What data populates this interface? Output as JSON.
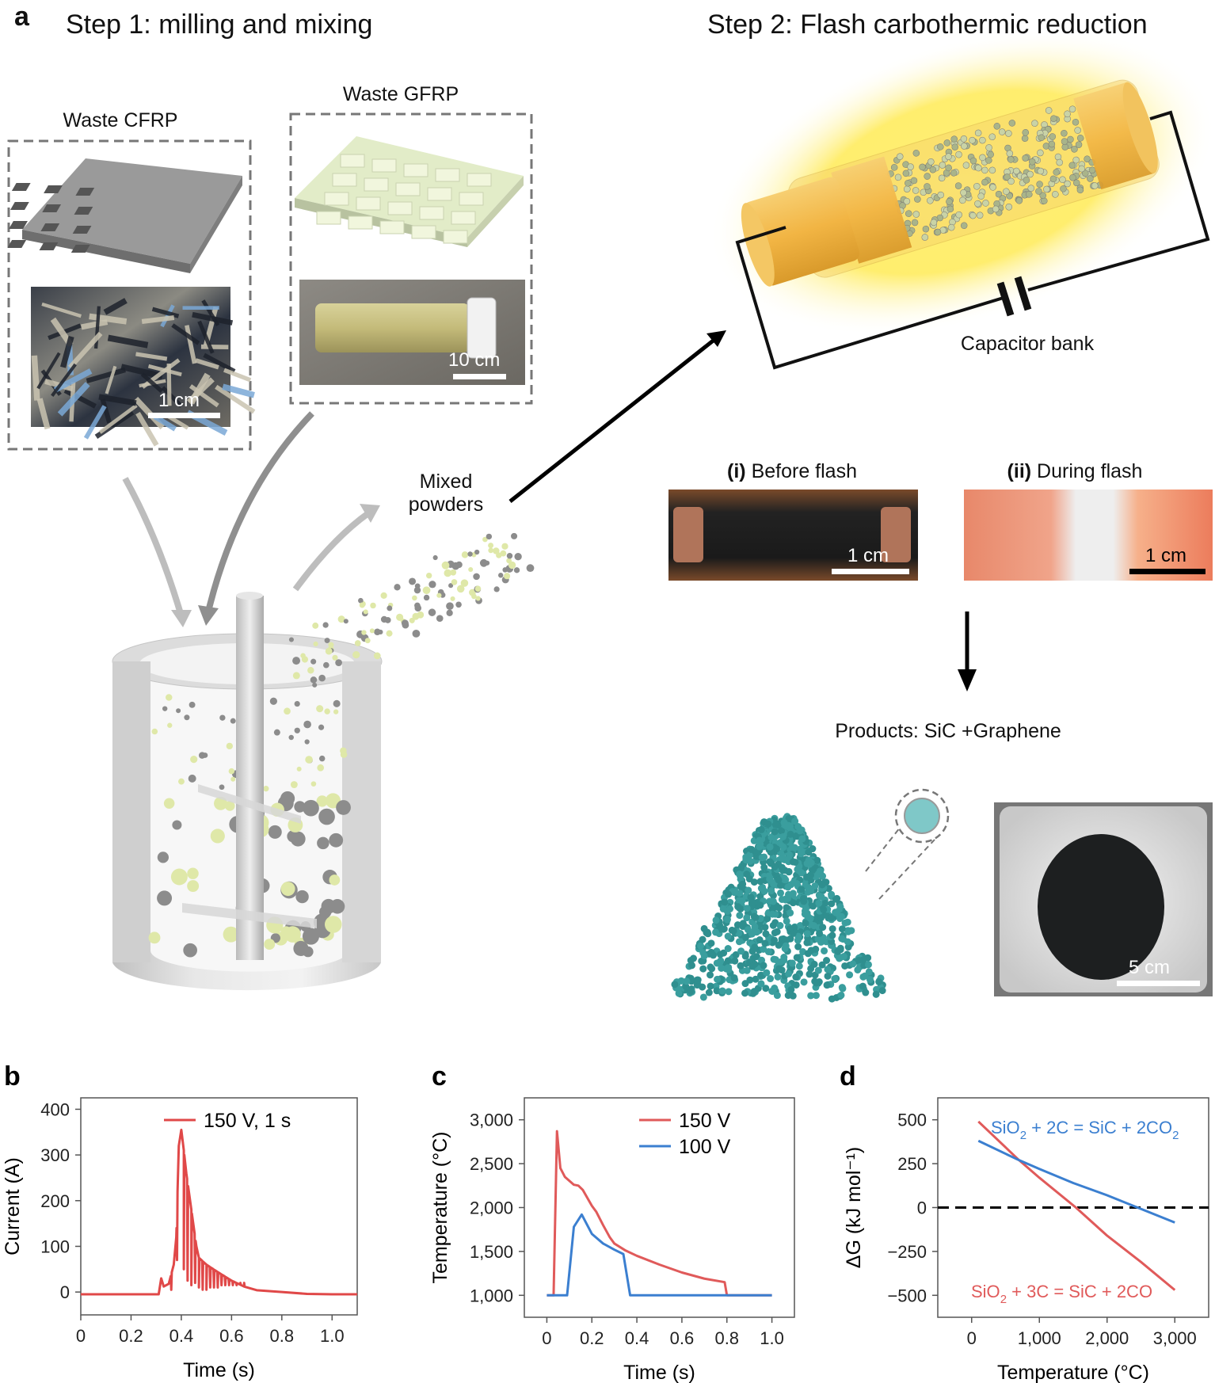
{
  "panel_a": {
    "letter": "a",
    "step1_title": "Step 1: milling and mixing",
    "step2_title": "Step 2: Flash carbothermic reduction",
    "waste_cfrp_label": "Waste CFRP",
    "waste_gfrp_label": "Waste GFRP",
    "cfrp_scale_bar": "1 cm",
    "gfrp_scale_bar": "10 cm",
    "mixed_powders_line1": "Mixed",
    "mixed_powders_line2": "powders",
    "capacitor_label": "Capacitor bank",
    "before_flash_num": "(i)",
    "before_flash_label": " Before flash",
    "during_flash_num": "(ii)",
    "during_flash_label": " During flash",
    "before_flash_scale_bar": "1 cm",
    "during_flash_scale_bar": "1 cm",
    "products_label": "Products: SiC +Graphene",
    "product_scale_bar": "5 cm",
    "colors": {
      "powder_yellow": "#dfe8a8",
      "powder_gray": "#8c8c8c",
      "sic_teal": "#2f8f8f",
      "glow": "#ffe94a"
    }
  },
  "chart_data": [
    {
      "panel": "b",
      "type": "line",
      "xlabel": "Time (s)",
      "ylabel": "Current (A)",
      "xlim": [
        0,
        1.1
      ],
      "ylim": [
        -50,
        425
      ],
      "x_ticks": [
        0,
        0.2,
        0.4,
        0.6,
        0.8,
        1.0
      ],
      "x_tick_labels": [
        "0",
        "0.2",
        "0.4",
        "0.6",
        "0.8",
        "1.0"
      ],
      "y_ticks": [
        0,
        100,
        200,
        300,
        400
      ],
      "y_tick_labels": [
        "0",
        "100",
        "200",
        "300",
        "400"
      ],
      "legend_position": "top-right",
      "series": [
        {
          "name": "150 V, 1 s",
          "color": "#e04848",
          "x": [
            0,
            0.1,
            0.2,
            0.3,
            0.31,
            0.32,
            0.33,
            0.35,
            0.37,
            0.38,
            0.39,
            0.4,
            0.41,
            0.42,
            0.44,
            0.46,
            0.47,
            0.5,
            0.55,
            0.6,
            0.65,
            0.7,
            0.8,
            0.9,
            1.0,
            1.1
          ],
          "y": [
            -5,
            -5,
            -5,
            -5,
            -5,
            30,
            12,
            18,
            60,
            120,
            320,
            355,
            310,
            260,
            180,
            100,
            75,
            60,
            42,
            25,
            12,
            4,
            0,
            -4,
            -5,
            -5
          ],
          "dips": {
            "x": [
              0.36,
              0.383,
              0.41,
              0.425,
              0.44,
              0.455,
              0.47,
              0.485,
              0.5,
              0.515,
              0.53,
              0.545,
              0.56,
              0.575,
              0.59,
              0.605,
              0.62,
              0.635,
              0.65
            ],
            "y": [
              5,
              70,
              50,
              25,
              15,
              20,
              10,
              5,
              5,
              10,
              10,
              10,
              15,
              15,
              15,
              15,
              15,
              20,
              20
            ]
          }
        }
      ]
    },
    {
      "panel": "c",
      "type": "line",
      "xlabel": "Time (s)",
      "ylabel": "Temperature (°C)",
      "xlim": [
        -0.1,
        1.1
      ],
      "ylim": [
        750,
        3250
      ],
      "x_ticks": [
        0,
        0.2,
        0.4,
        0.6,
        0.8,
        1.0
      ],
      "x_tick_labels": [
        "0",
        "0.2",
        "0.4",
        "0.6",
        "0.8",
        "1.0"
      ],
      "y_ticks": [
        1000,
        1500,
        2000,
        2500,
        3000
      ],
      "y_tick_labels": [
        "1,000",
        "1,500",
        "2,000",
        "2,500",
        "3,000"
      ],
      "legend_position": "top-right",
      "series": [
        {
          "name": "150 V",
          "color": "#e05a5a",
          "x": [
            0,
            0.03,
            0.045,
            0.06,
            0.08,
            0.12,
            0.14,
            0.16,
            0.2,
            0.22,
            0.25,
            0.28,
            0.3,
            0.35,
            0.4,
            0.5,
            0.6,
            0.7,
            0.79,
            0.8,
            1.0
          ],
          "y": [
            1000,
            1000,
            2870,
            2450,
            2350,
            2260,
            2250,
            2200,
            2020,
            1950,
            1800,
            1660,
            1590,
            1510,
            1450,
            1350,
            1260,
            1190,
            1150,
            1000,
            1000
          ]
        },
        {
          "name": "100 V",
          "color": "#3b7fd0",
          "x": [
            0,
            0.09,
            0.12,
            0.155,
            0.2,
            0.25,
            0.3,
            0.34,
            0.37,
            1.0
          ],
          "y": [
            1000,
            1000,
            1780,
            1920,
            1700,
            1590,
            1520,
            1470,
            1000,
            1000
          ]
        }
      ]
    },
    {
      "panel": "d",
      "type": "line",
      "xlabel": "Temperature (°C)",
      "ylabel": "ΔG (kJ mol⁻¹)",
      "xlim": [
        -500,
        3500
      ],
      "ylim": [
        -625,
        625
      ],
      "x_ticks": [
        0,
        1000,
        2000,
        3000
      ],
      "x_tick_labels": [
        "0",
        "1,000",
        "2,000",
        "3,000"
      ],
      "y_ticks": [
        -500,
        -250,
        0,
        250,
        500
      ],
      "y_tick_labels": [
        "−500",
        "−250",
        "0",
        "250",
        "500"
      ],
      "reference_line": {
        "y": 0,
        "style": "dashed",
        "color": "#000000"
      },
      "series": [
        {
          "name": "SiO2 + 3C = SiC + 2CO",
          "label_parts": [
            "SiO",
            "2",
            " + 3C = SiC + 2CO",
            ""
          ],
          "color": "#e05a5a",
          "x": [
            100,
            700,
            1000,
            1540,
            2000,
            2500,
            3000
          ],
          "y": [
            490,
            270,
            170,
            0,
            -160,
            -310,
            -470
          ]
        },
        {
          "name": "SiO2 + 2C = SiC + 2CO2",
          "label_parts": [
            "SiO",
            "2",
            " + 2C = SiC + 2CO",
            "2"
          ],
          "color": "#3b7fd0",
          "x": [
            100,
            700,
            1000,
            1500,
            2000,
            2450,
            3000
          ],
          "y": [
            380,
            270,
            220,
            140,
            70,
            0,
            -85
          ]
        }
      ]
    }
  ]
}
